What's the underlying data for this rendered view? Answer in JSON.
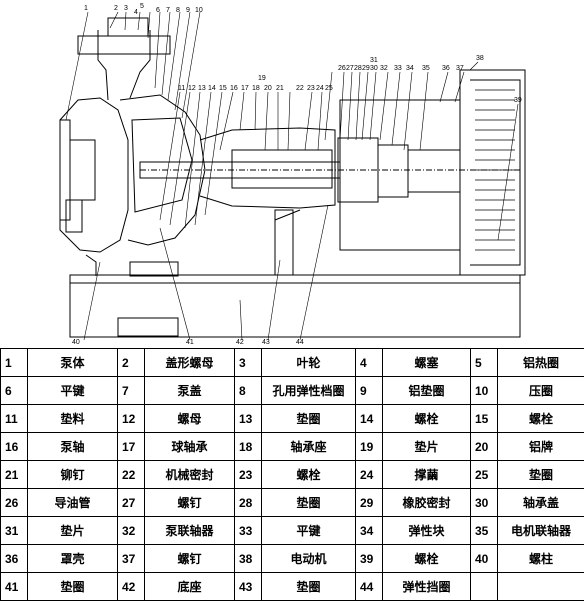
{
  "callouts": [
    "1",
    "2",
    "3",
    "4",
    "5",
    "6",
    "7",
    "8",
    "9",
    "10",
    "11",
    "12",
    "13",
    "14",
    "15",
    "16",
    "17",
    "18",
    "19",
    "20",
    "21",
    "22",
    "23",
    "24",
    "25",
    "26",
    "27",
    "28",
    "29",
    "30",
    "31",
    "32",
    "33",
    "34",
    "35",
    "36",
    "37",
    "38",
    "39",
    "40",
    "41",
    "42",
    "43",
    "44"
  ],
  "parts_table": [
    [
      {
        "no": "1",
        "name": "泵体"
      },
      {
        "no": "2",
        "name": "盖形螺母"
      },
      {
        "no": "3",
        "name": "叶轮"
      },
      {
        "no": "4",
        "name": "螺塞"
      },
      {
        "no": "5",
        "name": "铝热圈"
      }
    ],
    [
      {
        "no": "6",
        "name": "平键"
      },
      {
        "no": "7",
        "name": "泵盖"
      },
      {
        "no": "8",
        "name": "孔用弹性档圈"
      },
      {
        "no": "9",
        "name": "铝垫圈"
      },
      {
        "no": "10",
        "name": "压圈"
      }
    ],
    [
      {
        "no": "11",
        "name": "垫料"
      },
      {
        "no": "12",
        "name": "螺母"
      },
      {
        "no": "13",
        "name": "垫圈"
      },
      {
        "no": "14",
        "name": "螺栓"
      },
      {
        "no": "15",
        "name": "螺栓"
      }
    ],
    [
      {
        "no": "16",
        "name": "泵轴"
      },
      {
        "no": "17",
        "name": "球轴承"
      },
      {
        "no": "18",
        "name": "轴承座"
      },
      {
        "no": "19",
        "name": "垫片"
      },
      {
        "no": "20",
        "name": "铝牌"
      }
    ],
    [
      {
        "no": "21",
        "name": "铆钉"
      },
      {
        "no": "22",
        "name": "机械密封"
      },
      {
        "no": "23",
        "name": "螺栓"
      },
      {
        "no": "24",
        "name": "撑繭"
      },
      {
        "no": "25",
        "name": "垫圈"
      }
    ],
    [
      {
        "no": "26",
        "name": "导油管"
      },
      {
        "no": "27",
        "name": "螺钉"
      },
      {
        "no": "28",
        "name": "垫圈"
      },
      {
        "no": "29",
        "name": "橡胶密封"
      },
      {
        "no": "30",
        "name": "轴承盖"
      }
    ],
    [
      {
        "no": "31",
        "name": "垫片"
      },
      {
        "no": "32",
        "name": "泵联轴器"
      },
      {
        "no": "33",
        "name": "平键"
      },
      {
        "no": "34",
        "name": "弹性块"
      },
      {
        "no": "35",
        "name": "电机联轴器"
      }
    ],
    [
      {
        "no": "36",
        "name": "罩壳"
      },
      {
        "no": "37",
        "name": "螺钉"
      },
      {
        "no": "38",
        "name": "电动机"
      },
      {
        "no": "39",
        "name": "螺栓"
      },
      {
        "no": "40",
        "name": "螺柱"
      }
    ],
    [
      {
        "no": "41",
        "name": "垫圈"
      },
      {
        "no": "42",
        "name": "底座"
      },
      {
        "no": "43",
        "name": "垫圈"
      },
      {
        "no": "44",
        "name": "弹性挡圈"
      },
      {
        "no": "",
        "name": ""
      }
    ]
  ]
}
